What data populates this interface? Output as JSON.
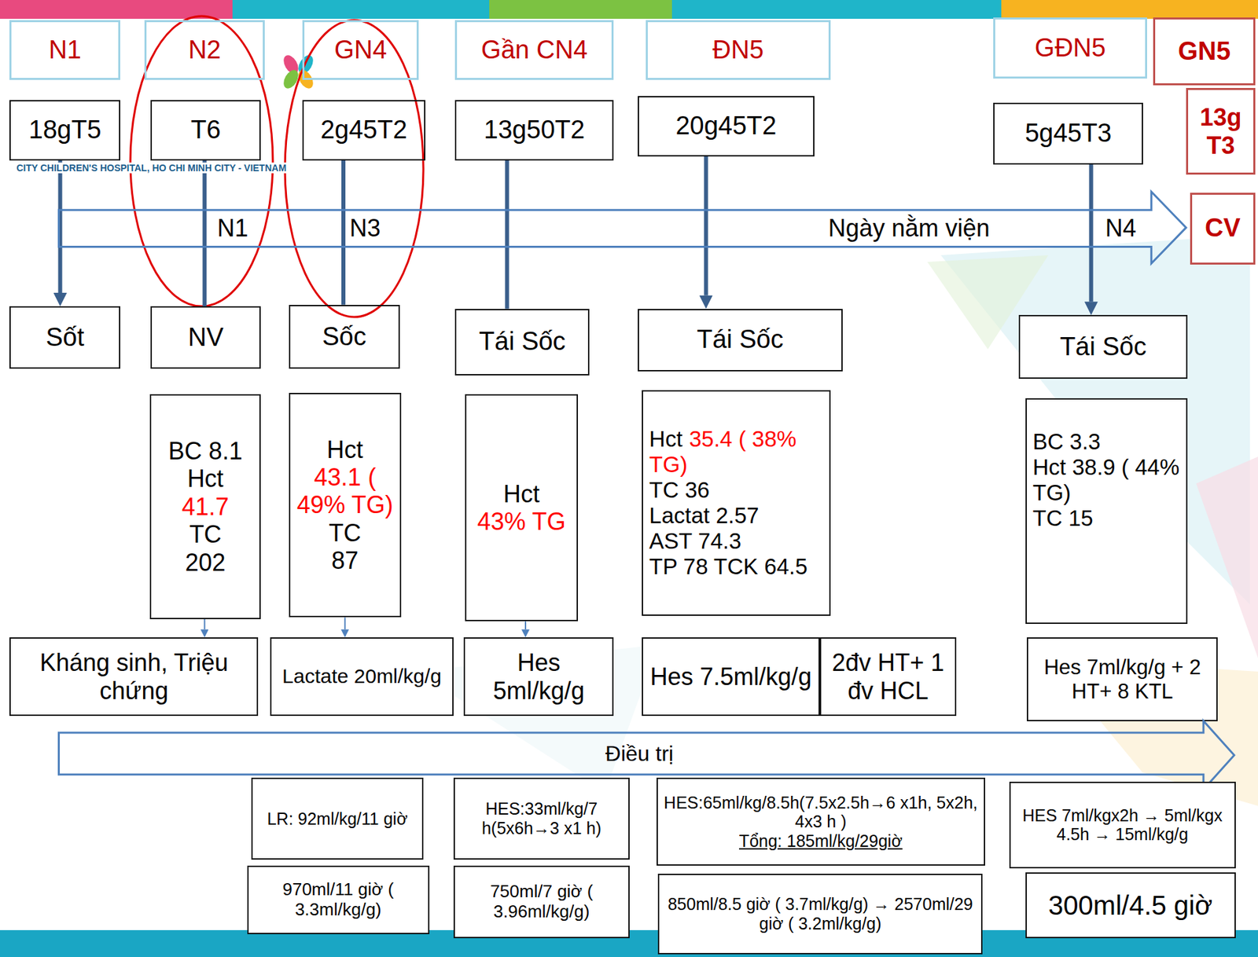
{
  "diagram": {
    "nodes": [
      {
        "text": [
          "N1"
        ]
      },
      {
        "text": [
          "N2"
        ]
      },
      {
        "text": [
          "GN4"
        ]
      },
      {
        "text": [
          "Gần CN4"
        ]
      },
      {
        "text": [
          "ĐN5"
        ]
      },
      {
        "text": [
          "GĐN5"
        ]
      },
      {
        "text": [
          "GN5"
        ]
      },
      {
        "text": [
          "18gT5"
        ]
      },
      {
        "text": [
          "T6"
        ]
      },
      {
        "text": [
          "2g45T2"
        ]
      },
      {
        "text": [
          "13g50T2"
        ]
      },
      {
        "text": [
          "20g45T2"
        ]
      },
      {
        "text": [
          "5g45T3"
        ]
      },
      {
        "text": [
          "13g T3"
        ]
      },
      {
        "text": [
          "N1",
          "N3",
          "Ngày nằm viện",
          "N4"
        ]
      },
      {
        "text": [
          "CV"
        ]
      },
      {
        "text": [
          "Sốt"
        ]
      },
      {
        "text": [
          "NV"
        ]
      },
      {
        "text": [
          "Sốc"
        ]
      },
      {
        "text": [
          "Tái Sốc"
        ]
      },
      {
        "text": [
          "Tái Sốc"
        ]
      },
      {
        "text": [
          "Tái Sốc"
        ]
      },
      {
        "text": [
          "BC 8.1",
          "Hct",
          "41.7",
          "TC",
          "202"
        ]
      },
      {
        "text": [
          "Hct",
          "43.1 ( 49% TG)",
          "TC",
          "87"
        ]
      },
      {
        "text": [
          "Hct",
          "43% TG"
        ]
      },
      {
        "text": [
          "Hct",
          "35.4 ( 38% TG)",
          "TC 36",
          "Lactat 2.57",
          "AST 74.3",
          "TP 78 TCK 64.5"
        ]
      },
      {
        "text": [
          "BC 3.3",
          "Hct 38.9 ( 44% TG)",
          "TC 15"
        ]
      },
      {
        "text": [
          "Kháng sinh, Triệu chứng"
        ]
      },
      {
        "text": [
          "Lactate 20ml/kg/g"
        ]
      },
      {
        "text": [
          "Hes 5ml/kg/g"
        ]
      },
      {
        "text": [
          "Hes 7.5ml/kg/g"
        ]
      },
      {
        "text": [
          "2đv HT+ 1 đv HCL"
        ]
      },
      {
        "text": [
          "Hes 7ml/kg/g + 2 HT+ 8 KTL"
        ]
      },
      {
        "text": [
          "Điều trị"
        ]
      },
      {
        "text": [
          "LR: 92ml/kg/11 giờ"
        ]
      },
      {
        "text": [
          "HES:33ml/kg/7 h(5x6h→3 x1 h)"
        ]
      },
      {
        "text": [
          "HES:65ml/kg/8.5h(7.5x2.5h→6 x1h, 5x2h, 4x3 h )",
          "Tổng: 185ml/kg/29giờ"
        ]
      },
      {
        "text": [
          "HES 7ml/kgx2h → 5ml/kgx 4.5h → 15ml/kg/g"
        ]
      },
      {
        "text": [
          "970ml/11 giờ ( 3.3ml/kg/g)"
        ]
      },
      {
        "text": [
          "750ml/7 giờ ( 3.96ml/kg/g)"
        ]
      },
      {
        "text": [
          "850ml/8.5 giờ ( 3.7ml/kg/g) → 2570ml/29 giờ ( 3.2ml/kg/g)"
        ]
      },
      {
        "text": [
          "300ml/4.5 giờ"
        ]
      }
    ],
    "edges": [
      {
        "from": 7,
        "to": 16,
        "arrow": "to"
      },
      {
        "from": 8,
        "to": 17,
        "arrow": "none"
      },
      {
        "from": 9,
        "to": 18,
        "arrow": "none"
      },
      {
        "from": 10,
        "to": 19,
        "arrow": "none"
      },
      {
        "from": 11,
        "to": 20,
        "arrow": "to"
      },
      {
        "from": 12,
        "to": 21,
        "arrow": "to"
      },
      {
        "from": 22,
        "to": 27,
        "arrow": "to"
      },
      {
        "from": 23,
        "to": 28,
        "arrow": "to"
      },
      {
        "from": 24,
        "to": 29,
        "arrow": "to"
      }
    ],
    "labels": [
      "CITY CHILDREN'S HOSPITAL, HO CHI MINH CITY - VIETNAM"
    ]
  }
}
